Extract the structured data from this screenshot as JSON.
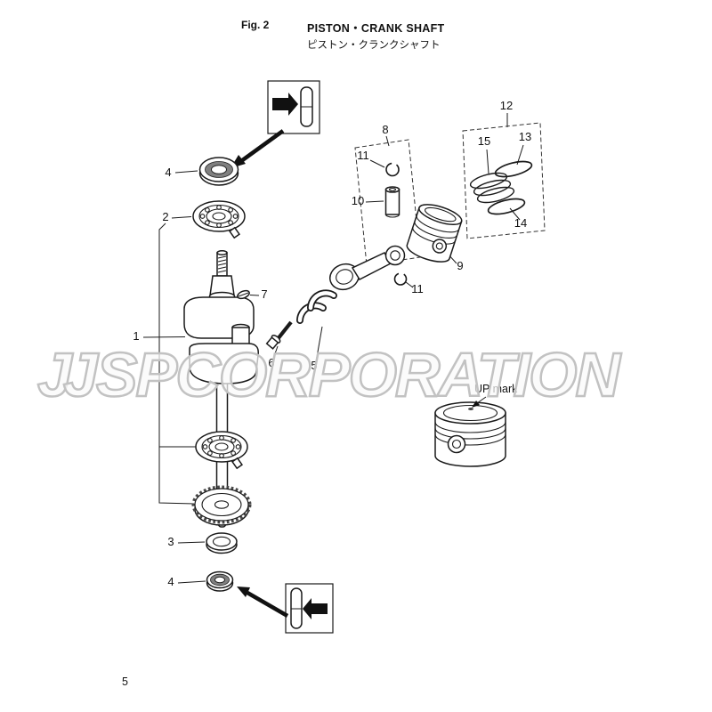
{
  "header": {
    "fig": "Fig. 2",
    "title_en": "PISTON・CRANK SHAFT",
    "title_ja": "ピストン・クランクシャフト"
  },
  "watermark": {
    "logo": "J",
    "text": "JSPCORPORATION"
  },
  "annotations": {
    "up_mark": "UP mark"
  },
  "footer": {
    "page_number": "5"
  },
  "colors": {
    "line": "#1a1a1a",
    "watermark_outline": "#c2c2c2",
    "background": "#ffffff"
  },
  "callouts": [
    {
      "label": "4"
    },
    {
      "label": "2"
    },
    {
      "label": "7"
    },
    {
      "label": "1"
    },
    {
      "label": "6"
    },
    {
      "label": "5"
    },
    {
      "label": "8"
    },
    {
      "label": "11"
    },
    {
      "label": "10"
    },
    {
      "label": "9"
    },
    {
      "label": "11"
    },
    {
      "label": "12"
    },
    {
      "label": "15"
    },
    {
      "label": "13"
    },
    {
      "label": "14"
    },
    {
      "label": "3"
    },
    {
      "label": "4"
    }
  ]
}
